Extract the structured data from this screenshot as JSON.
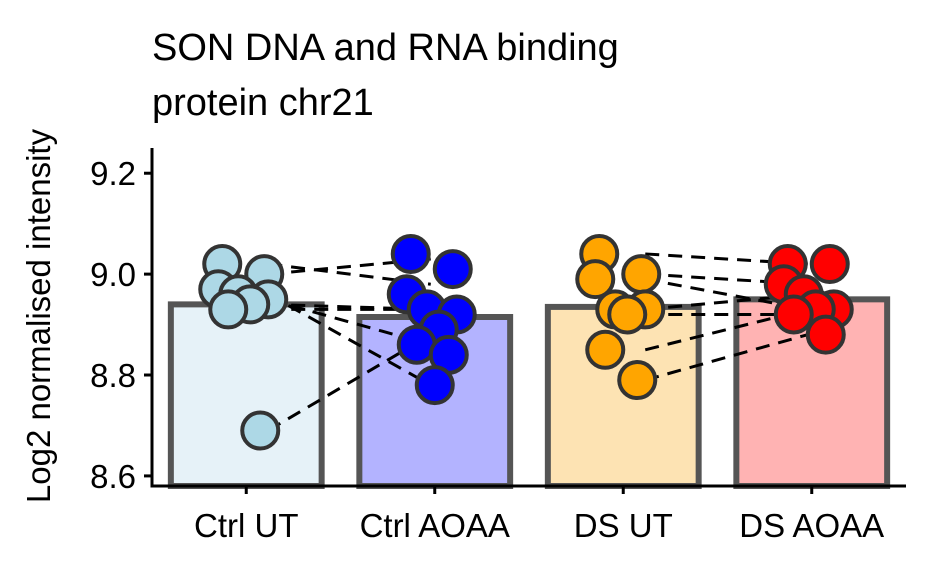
{
  "chart_data": {
    "type": "bar",
    "title_lines": [
      "SON DNA and RNA binding",
      "protein chr21"
    ],
    "xlabel": "",
    "ylabel": "Log2 normalised intensity",
    "ylim": [
      8.58,
      9.25
    ],
    "yticks": [
      8.6,
      8.8,
      9.0,
      9.2
    ],
    "ytick_labels": [
      "8.6",
      "8.8",
      "9.0",
      "9.2"
    ],
    "grid": false,
    "legend": "none",
    "categories": [
      "Ctrl UT",
      "Ctrl AOAA",
      "DS UT",
      "DS AOAA"
    ],
    "values": [
      8.94,
      8.915,
      8.935,
      8.95
    ],
    "bar_fill": [
      "#e6f2f8",
      "#b3b3ff",
      "#fde3b3",
      "#ffb3b3"
    ],
    "point_fill": [
      "#add8e6",
      "#0000ff",
      "#ffa500",
      "#ff0000"
    ],
    "bar_outline": "#555555",
    "point_outline": "#333333",
    "points": [
      [
        9.02,
        9.0,
        8.97,
        8.96,
        8.95,
        8.94,
        8.93,
        8.69
      ],
      [
        9.04,
        9.01,
        8.96,
        8.93,
        8.92,
        8.89,
        8.86,
        8.84,
        8.78
      ],
      [
        9.04,
        9.0,
        8.99,
        8.93,
        8.93,
        8.92,
        8.85,
        8.79
      ],
      [
        9.02,
        9.02,
        8.98,
        8.96,
        8.93,
        8.93,
        8.92,
        8.88
      ]
    ],
    "pairs": [
      {
        "from": [
          0,
          8.94
        ],
        "to": [
          1,
          8.93
        ]
      },
      {
        "from": [
          0,
          8.95
        ],
        "to": [
          1,
          8.86
        ]
      },
      {
        "from": [
          0,
          9.0
        ],
        "to": [
          1,
          9.03
        ]
      },
      {
        "from": [
          0,
          9.02
        ],
        "to": [
          1,
          8.98
        ]
      },
      {
        "from": [
          0,
          8.96
        ],
        "to": [
          1,
          8.78
        ]
      },
      {
        "from": [
          0,
          8.93
        ],
        "to": [
          1,
          8.93
        ]
      },
      {
        "from": [
          0,
          8.69
        ],
        "to": [
          1,
          8.88
        ]
      },
      {
        "from": [
          2,
          9.04
        ],
        "to": [
          3,
          9.02
        ]
      },
      {
        "from": [
          2,
          9.0
        ],
        "to": [
          3,
          8.98
        ]
      },
      {
        "from": [
          2,
          8.99
        ],
        "to": [
          3,
          8.93
        ]
      },
      {
        "from": [
          2,
          8.93
        ],
        "to": [
          3,
          8.96
        ]
      },
      {
        "from": [
          2,
          8.92
        ],
        "to": [
          3,
          8.92
        ]
      },
      {
        "from": [
          2,
          8.85
        ],
        "to": [
          3,
          8.93
        ]
      },
      {
        "from": [
          2,
          8.79
        ],
        "to": [
          3,
          8.88
        ]
      }
    ]
  }
}
